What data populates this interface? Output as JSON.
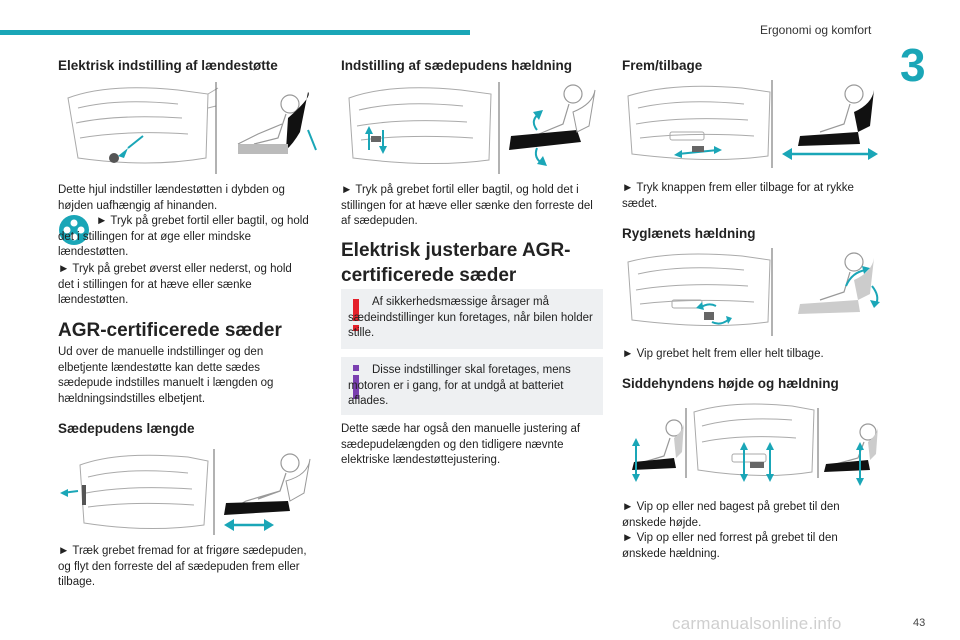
{
  "header": {
    "section_title": "Ergonomi og komfort",
    "chapter_number": "3",
    "page_number": "43",
    "watermark": "carmanualsonline.info"
  },
  "colors": {
    "accent": "#1aa6b7",
    "warning": "#e4202a",
    "info": "#7a3fb0",
    "notice_bg": "#eef0f2"
  },
  "col1": {
    "lumbar_title": "Elektrisk indstilling af lændestøtte",
    "lumbar_p1": "Dette hjul indstiller lændestøtten i dybden og højden uafhængig af hinanden.",
    "lumbar_p2a": "► Tryk på grebet fortil eller bagtil, og hold det i stillingen for at øge eller mindske lændestøtten.",
    "lumbar_p3": "► Tryk på grebet øverst eller nederst, og hold det i stillingen for at hæve eller sænke lændestøtten.",
    "agr_title": "AGR-certificerede sæder",
    "agr_p": "Ud over de manuelle indstillinger og den elbetjente lændestøtte kan dette sædes sædepude indstilles manuelt i længden og hældningsindstilles elbetjent.",
    "length_title": "Sædepudens længde",
    "length_p": "► Træk grebet fremad for at frigøre sædepuden, og flyt den forreste del af sædepuden frem eller tilbage."
  },
  "col2": {
    "tilt_title": "Indstilling af sædepudens hældning",
    "tilt_p": "► Tryk på grebet fortil eller bagtil, og hold det i stillingen for at hæve eller sænke den forreste del af sædepuden.",
    "electric_title": "Elektrisk justerbare AGR-certificerede sæder",
    "warning_text": "Af sikkerhedsmæssige årsager må sædeindstillinger kun foretages, når bilen holder stille.",
    "info_text": "Disse indstillinger skal foretages, mens motoren er i gang, for at undgå at batteriet aflades.",
    "electric_p": "Dette sæde har også den manuelle justering af sædepudelængden og den tidligere nævnte elektriske lændestøttejustering."
  },
  "col3": {
    "fwd_title": "Frem/tilbage",
    "fwd_p": "► Tryk knappen frem eller tilbage for at rykke sædet.",
    "back_title": "Ryglænets hældning",
    "back_p": "► Vip grebet helt frem eller helt tilbage.",
    "height_title": "Siddehyndens højde og hældning",
    "height_p1": "► Vip op eller ned bagest på grebet til den ønskede højde.",
    "height_p2": "► Vip op eller ned forrest på grebet til den ønskede hældning."
  },
  "icons": {
    "lumbar": "lumbar-control-icon",
    "warning": "warning-icon",
    "info": "info-icon"
  }
}
